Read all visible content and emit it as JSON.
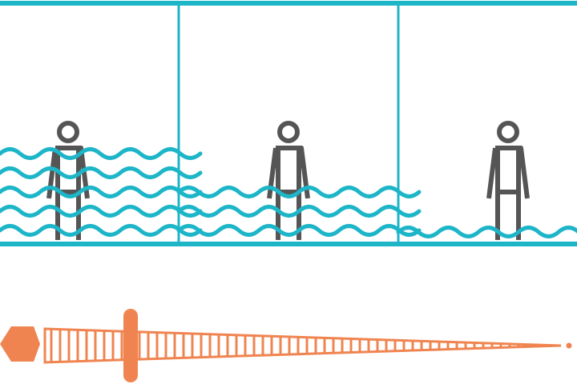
{
  "colors": {
    "water": "#1db5c8",
    "person": "#555555",
    "gauge": "#f08450",
    "background": "#ffffff"
  },
  "panels": [
    {
      "name": "deep-water",
      "wave_rows": 5
    },
    {
      "name": "medium-water",
      "wave_rows": 3
    },
    {
      "name": "shallow-water",
      "wave_rows": 1
    }
  ],
  "icons": {
    "person": "person-icon",
    "wave": "wave-icon",
    "gauge": "tapered-ruler-icon"
  }
}
